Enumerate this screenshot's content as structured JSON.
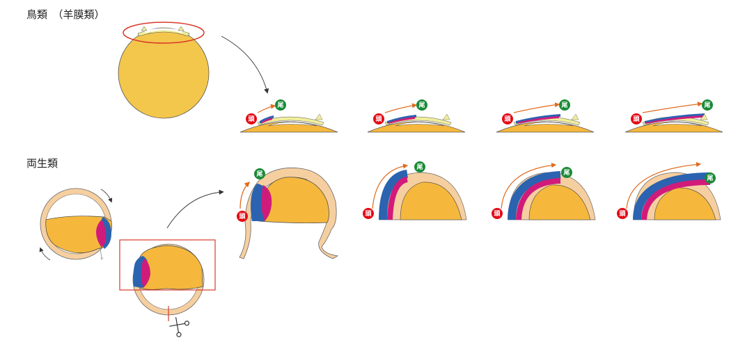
{
  "labels": {
    "bird_title": "鳥類　（羊膜類）",
    "amphibian_title": "両生類"
  },
  "stages": {
    "head": "頭",
    "tail": "尾"
  },
  "colors": {
    "yolk": "#f5b83d",
    "yolk_light": "#f3c64c",
    "membrane": "#f6cfa0",
    "membrane_edge": "#e3ad75",
    "blue": "#2b63b0",
    "magenta": "#d11b7b",
    "highlight": "#f0ee9a",
    "arrow": "#e06a1d",
    "head_badge": "#e30b16",
    "tail_badge": "#1a8a37",
    "circle_marker": "#d93a2b",
    "box_marker": "#d9382a",
    "ink": "#333333"
  },
  "icons": {
    "cut_tool": "scissors-icon"
  }
}
